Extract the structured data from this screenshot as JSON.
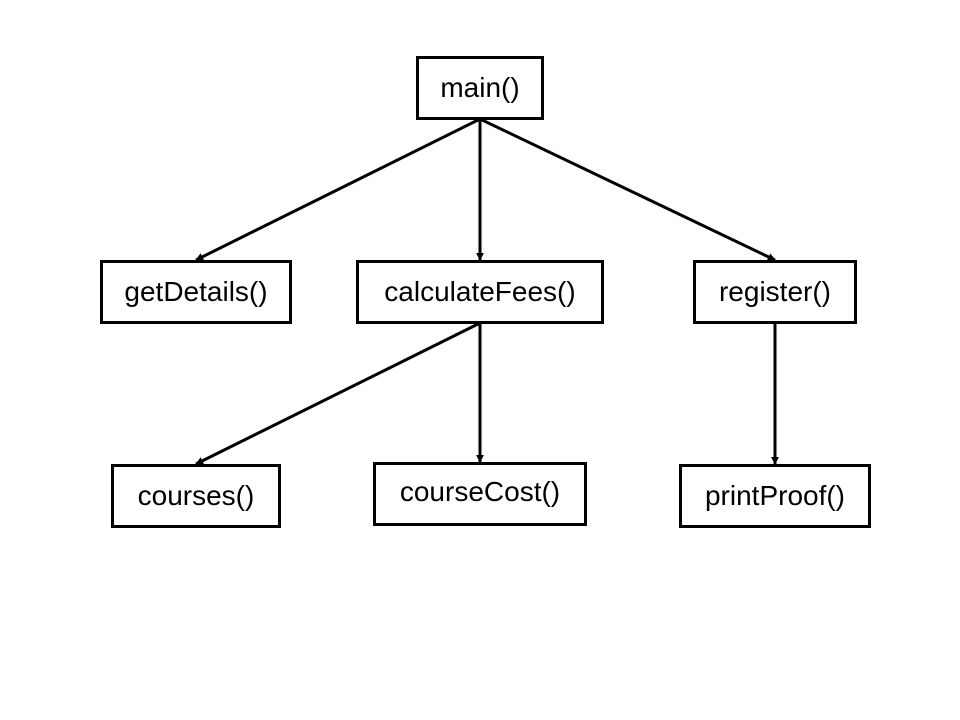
{
  "diagram": {
    "nodes": [
      {
        "id": "main",
        "label": "main()"
      },
      {
        "id": "getDetails",
        "label": "getDetails()"
      },
      {
        "id": "calculateFees",
        "label": "calculateFees()"
      },
      {
        "id": "register",
        "label": "register()"
      },
      {
        "id": "courses",
        "label": "courses()"
      },
      {
        "id": "courseCost",
        "label": "courseCost()"
      },
      {
        "id": "printProof",
        "label": "printProof()"
      }
    ],
    "edges": [
      {
        "from": "main",
        "to": "getDetails"
      },
      {
        "from": "main",
        "to": "calculateFees"
      },
      {
        "from": "main",
        "to": "register"
      },
      {
        "from": "calculateFees",
        "to": "courses"
      },
      {
        "from": "calculateFees",
        "to": "courseCost"
      },
      {
        "from": "register",
        "to": "printProof"
      }
    ]
  }
}
